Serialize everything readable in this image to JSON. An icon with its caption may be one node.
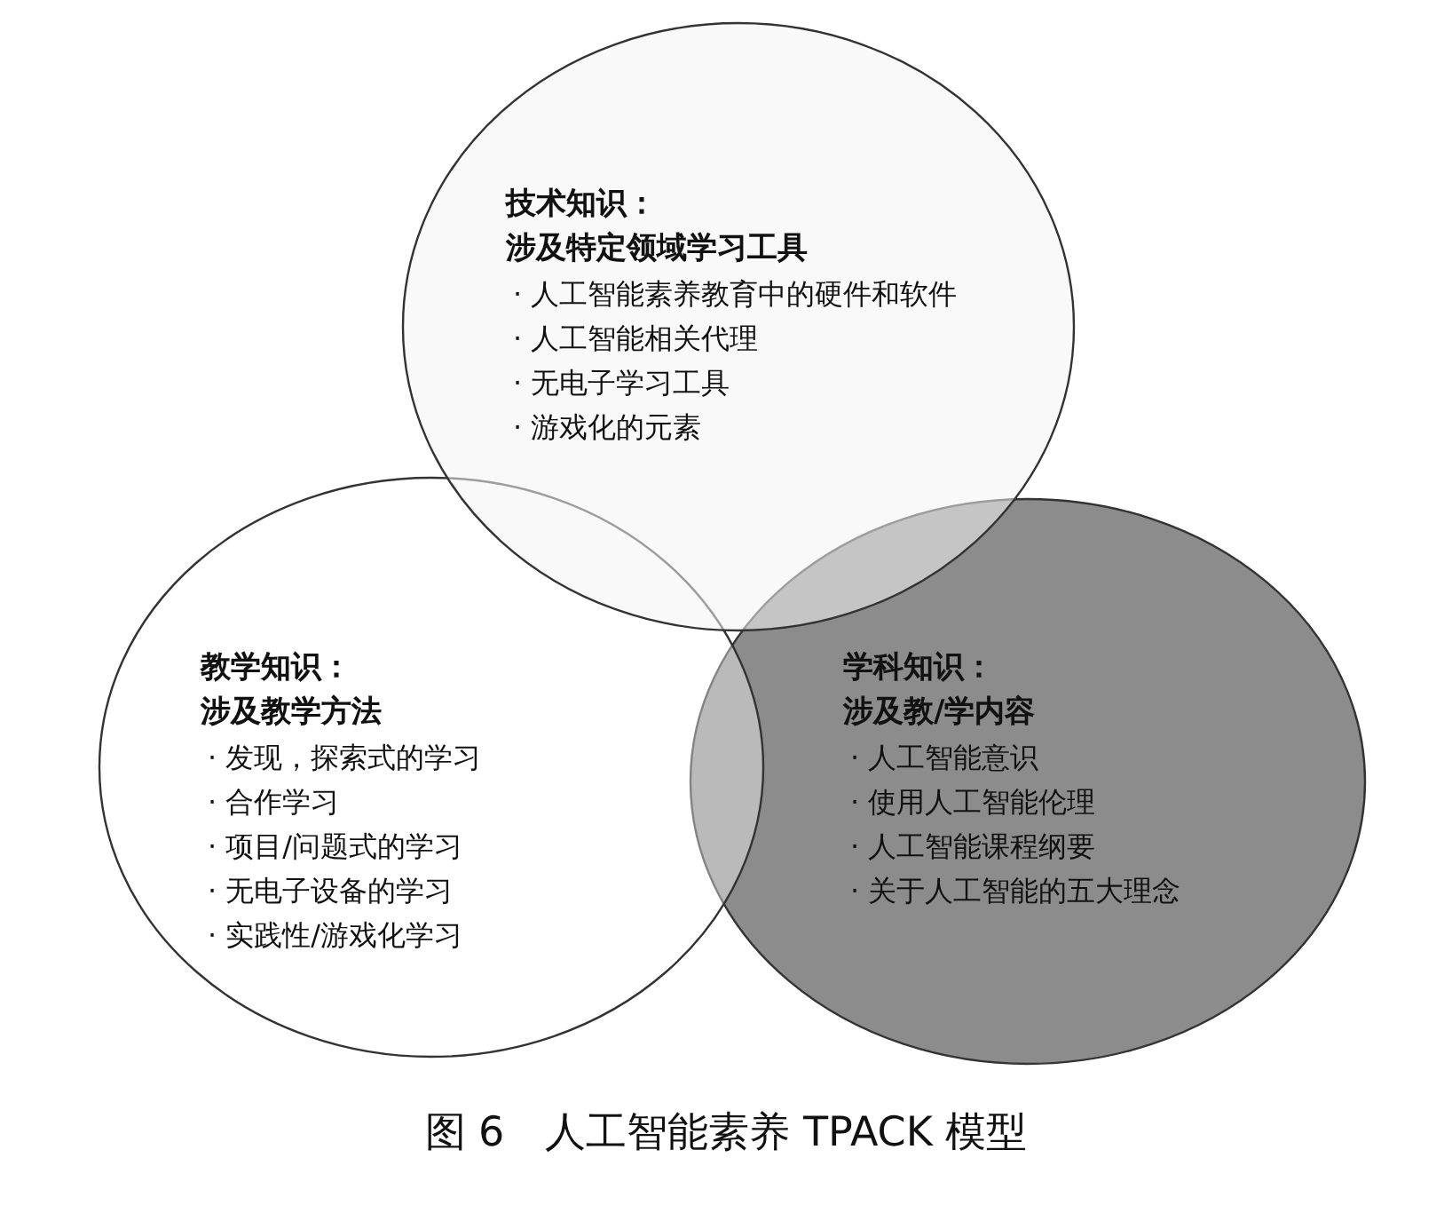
{
  "diagram": {
    "caption": "图 6　人工智能素养 TPACK 模型",
    "nodes": [
      {
        "text": [
          "技术知识：",
          "涉及特定领域学习工具",
          "· 人工智能素养教育中的硬件和软件",
          "· 人工智能相关代理",
          "· 无电子学习工具",
          "· 游戏化的元素"
        ]
      },
      {
        "text": [
          "教学知识：",
          "涉及教学方法",
          "· 发现，探索式的学习",
          "· 合作学习",
          "· 项目/问题式的学习",
          "· 无电子设备的学习",
          "· 实践性/游戏化学习"
        ]
      },
      {
        "text": [
          "学科知识：",
          "涉及教/学内容",
          "· 人工智能意识",
          "· 使用人工智能伦理",
          "· 人工智能课程纲要",
          "· 关于人工智能的五大理念"
        ]
      }
    ]
  }
}
